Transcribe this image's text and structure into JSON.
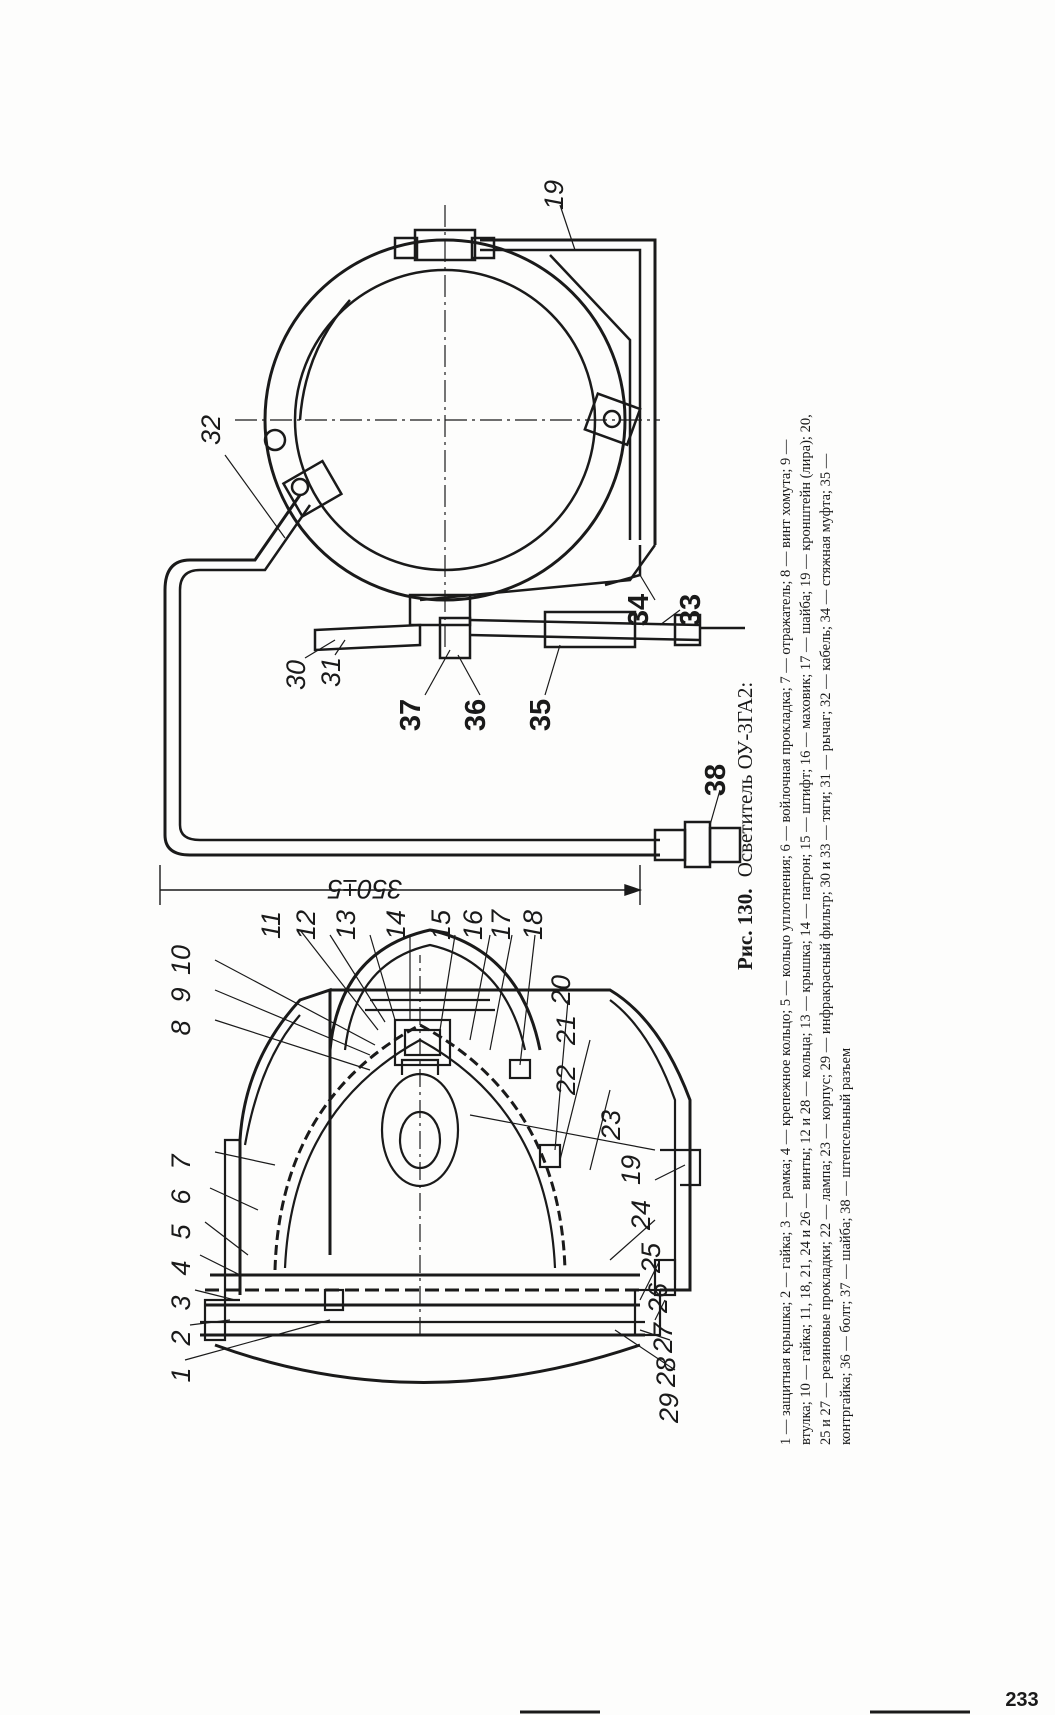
{
  "figure": {
    "caption_number": "Рис. 130.",
    "caption_title": "Осветитель ОУ-3ГА2:",
    "legend_lines": [
      "1 — защитная крышка; 2 — гайка; 3 — рамка; 4 — крепежное кольцо; 5 — кольцо уплотнения; 6 — войлочная прокладка; 7 — отражатель; 8 — винт хомута; 9 —",
      "втулка; 10 — гайка; 11, 18, 21, 24 и 26 — винты; 12 и 28 — кольца; 13 — крышка; 14 — патрон; 15 — штифт; 16 — маховик; 17 — шайба; 19 — кронштейн (лира); 20,",
      "25 и 27 — резиновые прокладки; 22 — лампа; 23 — корпус; 29 — инфракрасный фильтр; 30 и 33 — тяги; 31 — рычаг; 32 — кабель; 34 — стяжная муфта; 35 —",
      "контргайка; 36 — болт; 37 — шайба; 38 — штепсельный разъем"
    ],
    "dimension": "350±5",
    "section_labels_left": [
      "1",
      "2",
      "3",
      "4",
      "5",
      "6",
      "7",
      "8",
      "9",
      "10",
      "11",
      "12",
      "13",
      "14",
      "15",
      "16",
      "17",
      "18",
      "20",
      "21",
      "22",
      "23",
      "19",
      "24",
      "25",
      "26",
      "27",
      "28",
      "29"
    ],
    "view_labels_right": [
      "19",
      "32",
      "30",
      "31",
      "37",
      "36",
      "35",
      "34",
      "33",
      "38"
    ]
  },
  "page_number": "233"
}
